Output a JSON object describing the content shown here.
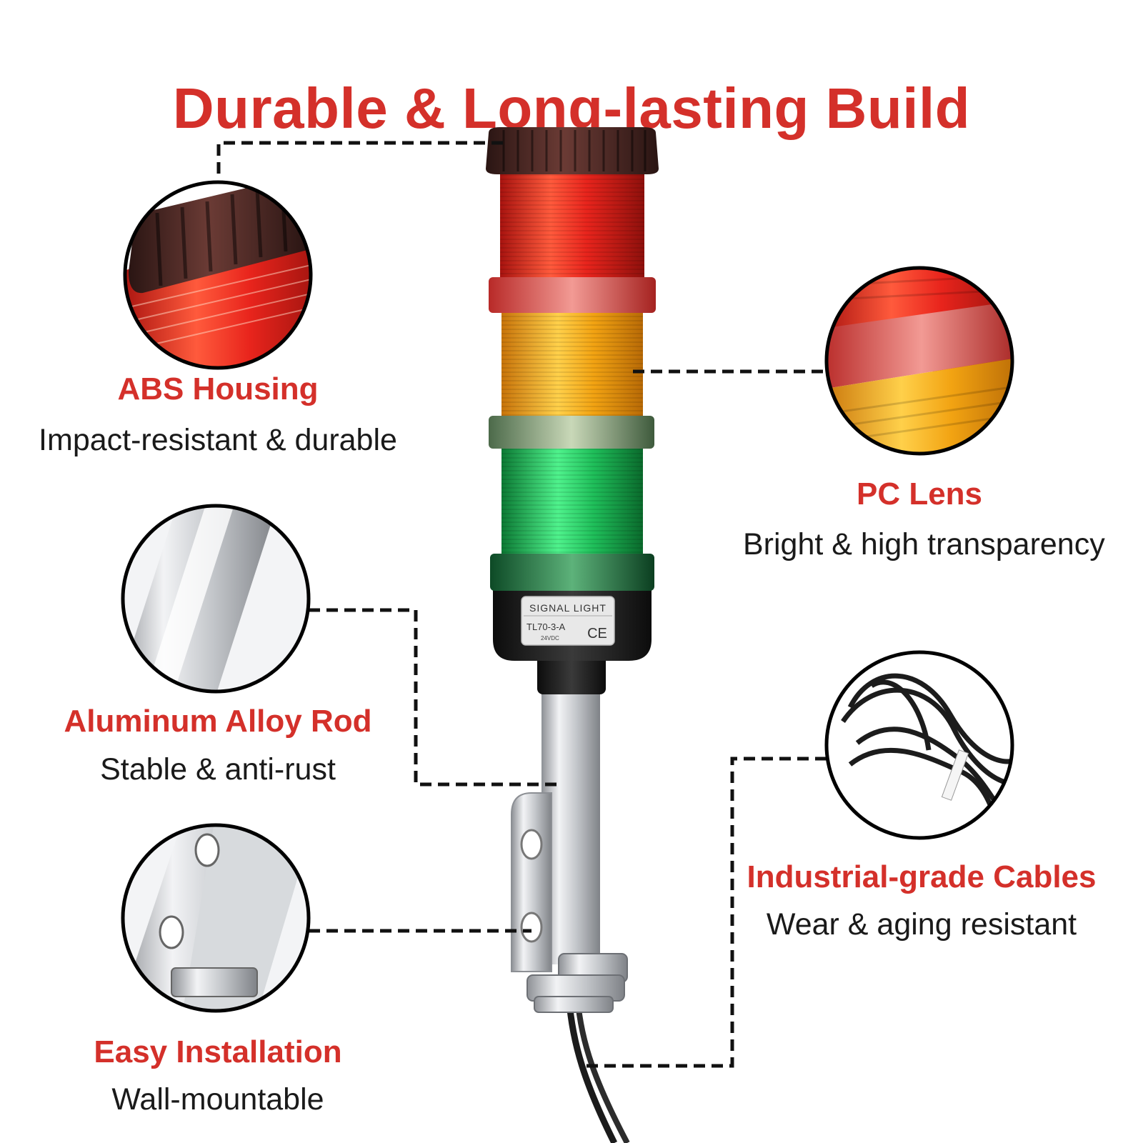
{
  "title": "Durable & Long-lasting Build",
  "colors": {
    "accent": "#d4302a",
    "text": "#1a1a1a",
    "red_lens": "#e8241c",
    "amber_lens": "#f2a312",
    "green_lens": "#1fbf5a"
  },
  "features": [
    {
      "title": "ABS Housing",
      "desc": "Impact-resistant & durable",
      "icon": "abs-housing-closeup"
    },
    {
      "title": "PC Lens",
      "desc": "Bright & high transparency",
      "icon": "pc-lens-closeup"
    },
    {
      "title": "Aluminum Alloy Rod",
      "desc": "Stable & anti-rust",
      "icon": "aluminum-rod-closeup"
    },
    {
      "title": "Industrial-grade Cables",
      "desc": "Wear & aging resistant",
      "icon": "cable-closeup"
    },
    {
      "title": "Easy Installation",
      "desc": "Wall-mountable",
      "icon": "mounting-bracket-closeup"
    }
  ],
  "product_label": {
    "brand": "SIGNAL LIGHT",
    "model": "TL70-3-A",
    "voltage": "24VDC",
    "mark": "CE"
  }
}
